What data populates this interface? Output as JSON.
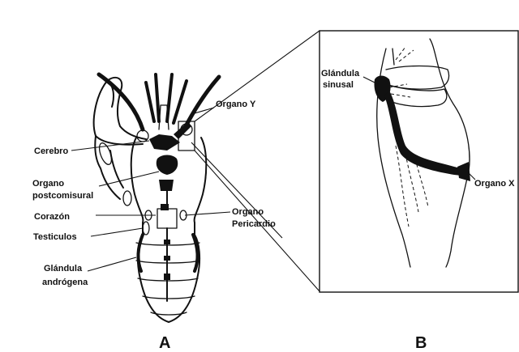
{
  "panels": {
    "a": "A",
    "b": "B"
  },
  "labels": {
    "organo_y": "Organo Y",
    "cerebro": "Cerebro",
    "organo_postcomisural_1": "Organo",
    "organo_postcomisural_2": "postcomisural",
    "corazon": "Corazón",
    "testiculos": "Testiculos",
    "glandula_androgena_1": "Glándula",
    "glandula_androgena_2": "andrógena",
    "organo_pericardio_1": "Organo",
    "organo_pericardio_2": "Pericardio",
    "glandula_sinusal_1": "Glándula",
    "glandula_sinusal_2": "sinusal",
    "organo_x": "Organo X"
  },
  "icons": {
    "panel_a": "crayfish-dorsal-anatomy-icon",
    "panel_b": "eyestalk-neurosecretory-detail-icon"
  }
}
